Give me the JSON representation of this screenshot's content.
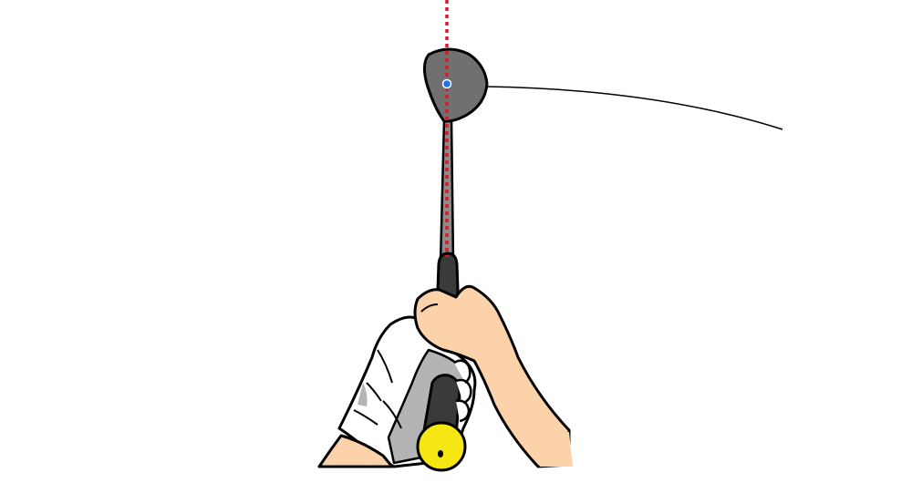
{
  "scene": {
    "description_free": true
  },
  "colors": {
    "background": "#ffffff",
    "guide_line": "#e8141e",
    "club_head": "#707070",
    "shaft": "#8c8c8c",
    "grip": "#3a3a3a",
    "grip_cap": "#f5e614",
    "glove": "#ffffff",
    "glove_shadow": "#b4b4b4",
    "skin": "#fbd2aa",
    "outline": "#000000",
    "sweet_spot_fill": "#1e6eff",
    "trajectory": "#000000"
  },
  "icons": {
    "guide": "dotted-vertical-line",
    "head": "driver-club-head",
    "spot": "sweet-spot-marker"
  }
}
